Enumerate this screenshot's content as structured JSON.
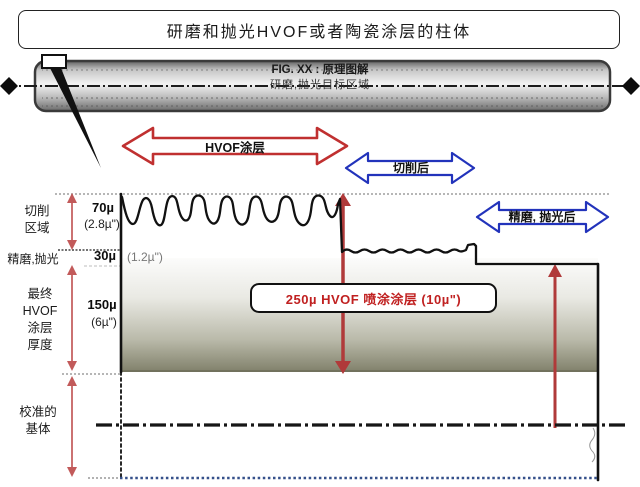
{
  "title": "研磨和抛光HVOF或者陶瓷涂层的柱体",
  "figure": {
    "label": "FIG. XX : 原理图解",
    "sublabel": "研磨,抛光目标区域"
  },
  "arrows": {
    "hvof_coating": "HVOF涂层",
    "after_cutting": "切削后",
    "after_polishing": "精磨, 抛光后"
  },
  "dims": {
    "cut_zone": {
      "lines": [
        "切削",
        "区域"
      ],
      "value": "70µ",
      "value_inch": "(2.8µ\")"
    },
    "fine_polish": {
      "label": "精磨,抛光",
      "value": "30µ",
      "value_inch": "(1.2µ\")"
    },
    "final_thickness": {
      "lines": [
        "最终",
        "HVOF",
        "涂层",
        "厚度"
      ],
      "value": "150µ",
      "value_inch": "(6µ\")"
    },
    "substrate": {
      "lines": [
        "校准的",
        "基体"
      ]
    }
  },
  "coating_box": {
    "label": "250µ HVOF 喷涂涂层 (10µ\")"
  },
  "colors": {
    "red_arrow": "#c03030",
    "blue_arrow": "#2233bb",
    "dim_arrow": "#c25a5a",
    "coating_dark": "#82826b",
    "bottom_dotted_blue": "#35508a"
  }
}
